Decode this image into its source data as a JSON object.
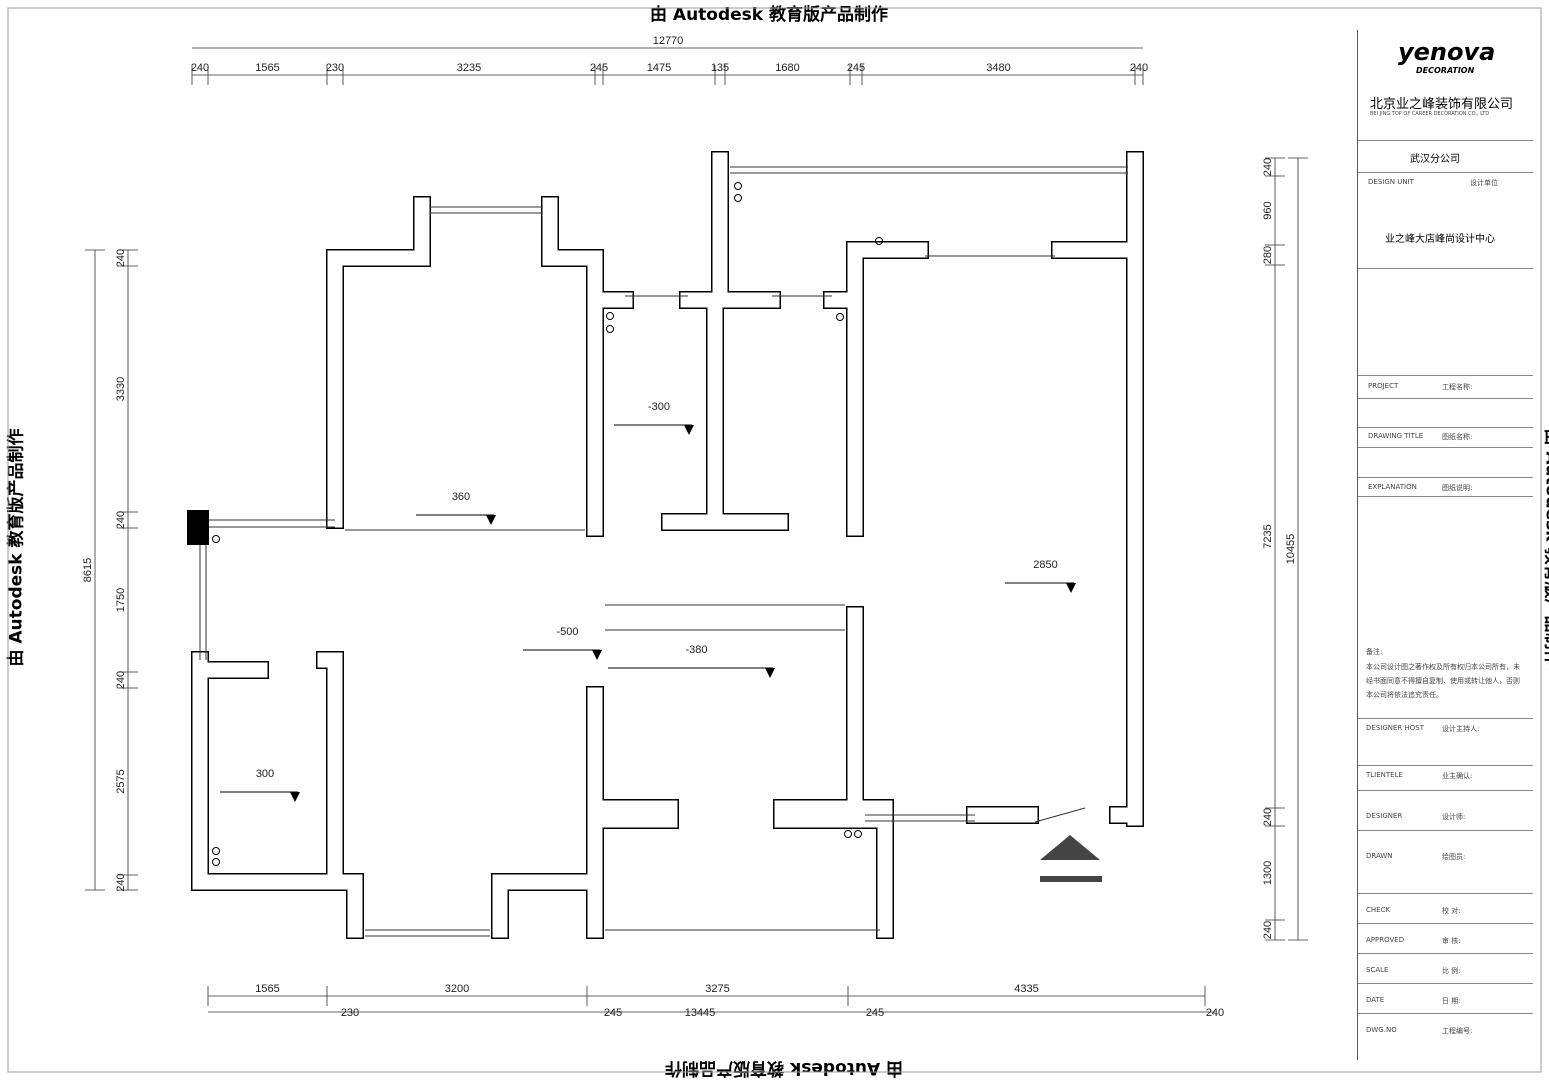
{
  "watermark": "由 Autodesk 教育版产品制作",
  "dimensions": {
    "top_total": "12770",
    "top": [
      "240",
      "1565",
      "230",
      "3235",
      "245",
      "1475",
      "135",
      "1680",
      "245",
      "3480",
      "240"
    ],
    "bottom": [
      "1565",
      "3200",
      "3275",
      "4335"
    ],
    "bottom2": [
      "230",
      "245",
      "13445",
      "245",
      "240"
    ],
    "left": [
      "240",
      "3330",
      "240",
      "1750",
      "240",
      "2575",
      "240"
    ],
    "left_total": "8615",
    "right": [
      "240",
      "960",
      "280",
      "7235",
      "240",
      "1300",
      "240"
    ],
    "right_total": "10455"
  },
  "levels": [
    "-300",
    "360",
    "2850",
    "-500",
    "-380",
    "300"
  ],
  "title_block": {
    "logo": "yenova",
    "logo_sub": "DECORATION",
    "company": "北京业之峰装饰有限公司",
    "company_en": "BEI JING TOP OF CAREER DECORATION CO., LTD",
    "branch": "武汉分公司",
    "design_unit_en": "DESIGN UNIT",
    "design_unit_cn": "设计单位",
    "design_center": "业之峰大店峰尚设计中心",
    "project_en": "PROJECT",
    "project_cn": "工程名称:",
    "drawing_en": "DRAWING TITLE",
    "drawing_cn": "图纸名称:",
    "explanation_en": "EXPLANATION",
    "explanation_cn": "图纸说明:",
    "note_title": "备注:",
    "note": "本公司设计图之著作权及所有权归本公司所有，未经书面同意不得擅自复制、使用或转让他人，否则本公司将依法追究责任。",
    "fields": [
      {
        "en": "DESIGNER HOST",
        "cn": "设计主持人:"
      },
      {
        "en": "TLIENTELE",
        "cn": "业主确认:"
      },
      {
        "en": "DESIGNER",
        "cn": "设计师:"
      },
      {
        "en": "DRAWN",
        "cn": "绘图员:"
      },
      {
        "en": "CHECK",
        "cn": "校 对:"
      },
      {
        "en": "APPROVED",
        "cn": "审 核:"
      },
      {
        "en": "SCALE",
        "cn": "比 例:"
      },
      {
        "en": "DATE",
        "cn": "日 期:"
      },
      {
        "en": "DWG.NO",
        "cn": "工程编号:"
      }
    ]
  }
}
